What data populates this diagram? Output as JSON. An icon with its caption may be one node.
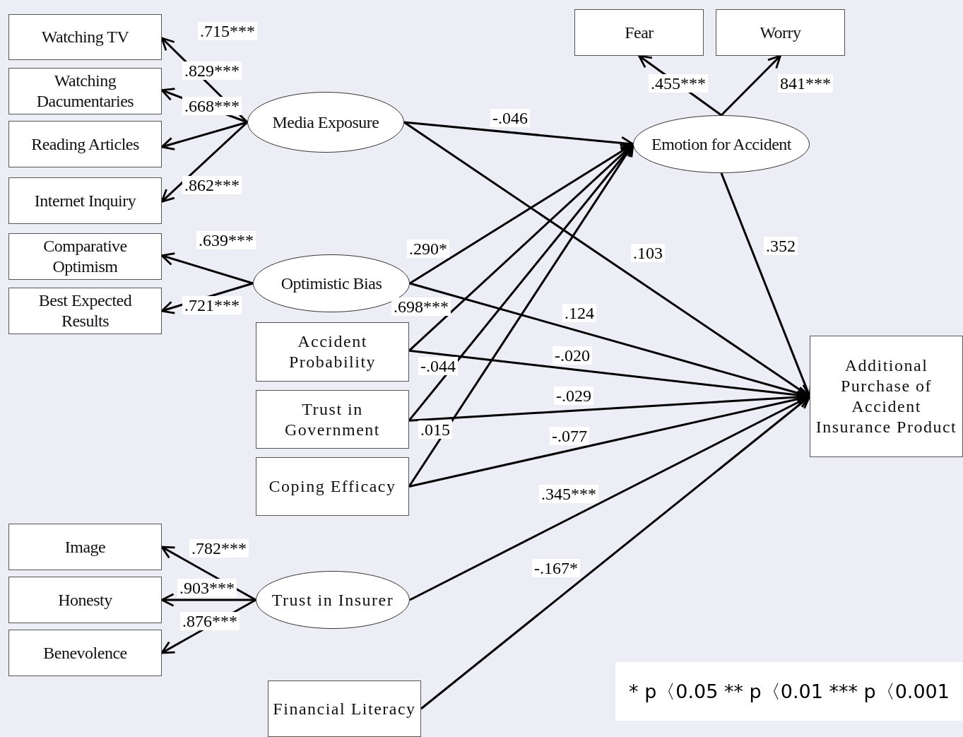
{
  "diagram": {
    "nodes": [
      {
        "text": [
          "Watching TV"
        ]
      },
      {
        "text": [
          "Watching Dacumentaries"
        ]
      },
      {
        "text": [
          "Reading Articles"
        ]
      },
      {
        "text": [
          "Internet Inquiry"
        ]
      },
      {
        "text": [
          "Media Exposure"
        ]
      },
      {
        "text": [
          "Comparative Optimism"
        ]
      },
      {
        "text": [
          "Best Expected Results"
        ]
      },
      {
        "text": [
          "Optimistic Bias"
        ]
      },
      {
        "text": [
          "Fear"
        ]
      },
      {
        "text": [
          "Worry"
        ]
      },
      {
        "text": [
          "Emotion for Accident"
        ]
      },
      {
        "text": [
          "Accident Probability"
        ]
      },
      {
        "text": [
          "Trust in Government"
        ]
      },
      {
        "text": [
          "Coping Efficacy"
        ]
      },
      {
        "text": [
          "Additional Purchase of Accident Insurance Product"
        ]
      },
      {
        "text": [
          "Image"
        ]
      },
      {
        "text": [
          "Honesty"
        ]
      },
      {
        "text": [
          "Benevolence"
        ]
      },
      {
        "text": [
          "Trust in Insurer"
        ]
      },
      {
        "text": [
          "Financial Literacy"
        ]
      }
    ],
    "edges": [
      {
        "from": 4,
        "to": 0,
        "arrow": "to",
        "label": ".715***"
      },
      {
        "from": 4,
        "to": 1,
        "arrow": "to",
        "label": ".829***"
      },
      {
        "from": 4,
        "to": 2,
        "arrow": "to",
        "label": ".668***"
      },
      {
        "from": 4,
        "to": 3,
        "arrow": "to",
        "label": ".862***"
      },
      {
        "from": 7,
        "to": 5,
        "arrow": "to",
        "label": ".639***"
      },
      {
        "from": 7,
        "to": 6,
        "arrow": "to",
        "label": ".721***"
      },
      {
        "from": 10,
        "to": 8,
        "arrow": "to",
        "label": ".455***"
      },
      {
        "from": 10,
        "to": 9,
        "arrow": "to",
        "label": "841***"
      },
      {
        "from": 4,
        "to": 10,
        "arrow": "to",
        "label": "-.046"
      },
      {
        "from": 4,
        "to": 14,
        "arrow": "to",
        "label": ".103"
      },
      {
        "from": 7,
        "to": 10,
        "arrow": "to",
        "label": ".290*"
      },
      {
        "from": 7,
        "to": 14,
        "arrow": "to",
        "label": ".124"
      },
      {
        "from": 11,
        "to": 10,
        "arrow": "to",
        "label": ".698***"
      },
      {
        "from": 11,
        "to": 14,
        "arrow": "to",
        "label": "-.020"
      },
      {
        "from": 12,
        "to": 10,
        "arrow": "to",
        "label": "-.044"
      },
      {
        "from": 12,
        "to": 14,
        "arrow": "to",
        "label": "-.029"
      },
      {
        "from": 13,
        "to": 10,
        "arrow": "to",
        "label": ".015"
      },
      {
        "from": 13,
        "to": 14,
        "arrow": "to",
        "label": "-.077"
      },
      {
        "from": 10,
        "to": 14,
        "arrow": "to",
        "label": ".352"
      },
      {
        "from": 18,
        "to": 15,
        "arrow": "to",
        "label": ".782***"
      },
      {
        "from": 18,
        "to": 16,
        "arrow": "to",
        "label": ".903***"
      },
      {
        "from": 18,
        "to": 17,
        "arrow": "to",
        "label": ".876***"
      },
      {
        "from": 18,
        "to": 14,
        "arrow": "to",
        "label": ".345***"
      },
      {
        "from": 19,
        "to": 14,
        "arrow": "to",
        "label": "-.167*"
      }
    ],
    "labels": [
      "* p〈0.05 ** p〈0.01 *** p〈0.001"
    ]
  }
}
